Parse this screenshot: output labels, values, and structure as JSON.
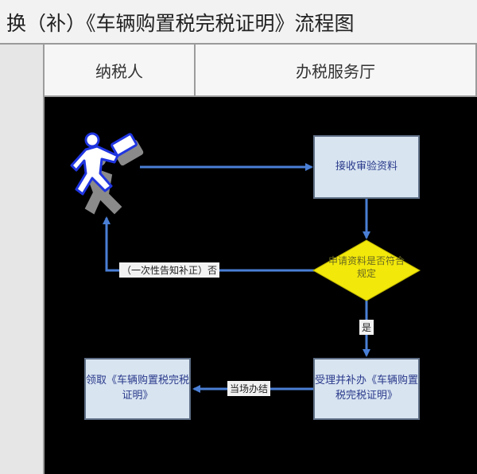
{
  "title": "换（补）《车辆购置税完税证明》流程图",
  "lanes": [
    "纳税人",
    "办税服务厅"
  ],
  "nodes": {
    "receive": "接收审验资料",
    "decision": "申请资料是否符合规定",
    "process": "受理并补办《车辆购置税完税证明》",
    "collect": "领取《车辆购置税完税证明》"
  },
  "edges": {
    "no": "（一次性告知补正）否",
    "yes": "是",
    "onsite": "当场办结"
  },
  "colors": {
    "canvas": "#000000",
    "arrow": "#4a7fd6",
    "box_fill": "#d8e4f0",
    "diamond_fill": "#f2e80a",
    "box_text": "#2a3a8c"
  },
  "icons": [
    "walking-person-icon"
  ]
}
